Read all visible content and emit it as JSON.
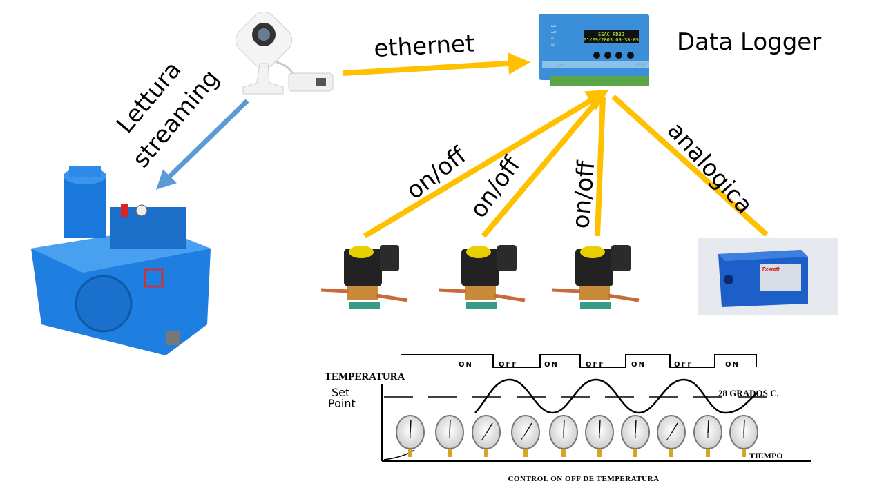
{
  "labels": {
    "ethernet": "ethernet",
    "data_logger": "Data Logger",
    "streaming_line1": "Lettura",
    "streaming_line2": "streaming",
    "onoff_1": "on/off",
    "onoff_2": "on/off",
    "onoff_3": "on/off",
    "analog": "analogica"
  },
  "logger_device": {
    "display_line1": "SEAC  RD32",
    "display_line2": "01/09/2003  09:38:05",
    "leds": [
      "BAT",
      "ACT",
      "S1",
      "S2"
    ],
    "brand": "seac",
    "model": "RD32"
  },
  "valve_block": {
    "brand": "Rexroth"
  },
  "chart": {
    "states": [
      "ON",
      "OFF",
      "ON",
      "OFF",
      "ON",
      "OFF",
      "ON"
    ],
    "y_label": "TEMPERATURA",
    "setpoint_line1": "Set",
    "setpoint_line2": "Point",
    "setpoint_value": "28 GRADOS C.",
    "x_label": "TIEMPO",
    "caption": "CONTROL ON OFF DE TEMPERATURA"
  },
  "colors": {
    "arrow_yellow": "#FFC000",
    "arrow_blue": "#5B9BD5",
    "device_blue": "#3a8fd8",
    "pump_blue": "#1f7fe0"
  }
}
